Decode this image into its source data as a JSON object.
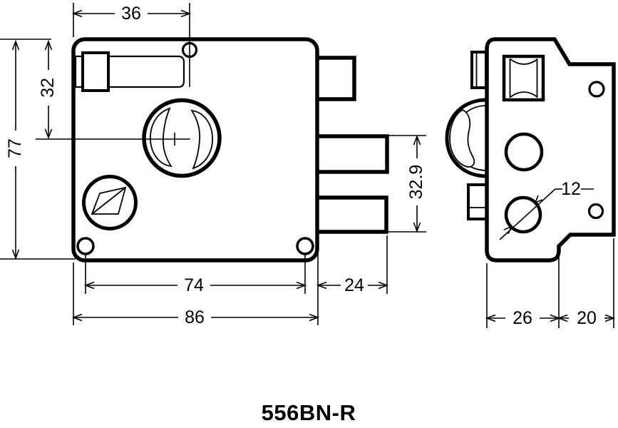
{
  "product": {
    "model": "556BN-R"
  },
  "front_view": {
    "dimensions": {
      "latch_center_from_edge": "36",
      "knob_center_from_top": "32",
      "case_height": "77",
      "screw_hole_spacing": "74",
      "case_width": "86",
      "bolt_projection": "24",
      "deadbolt_span": "32.9"
    }
  },
  "side_view": {
    "dimensions": {
      "cylinder_hole_diameter": "12",
      "case_depth": "26",
      "flange_width": "20"
    }
  },
  "colors": {
    "line": "#000000",
    "background": "#ffffff"
  }
}
